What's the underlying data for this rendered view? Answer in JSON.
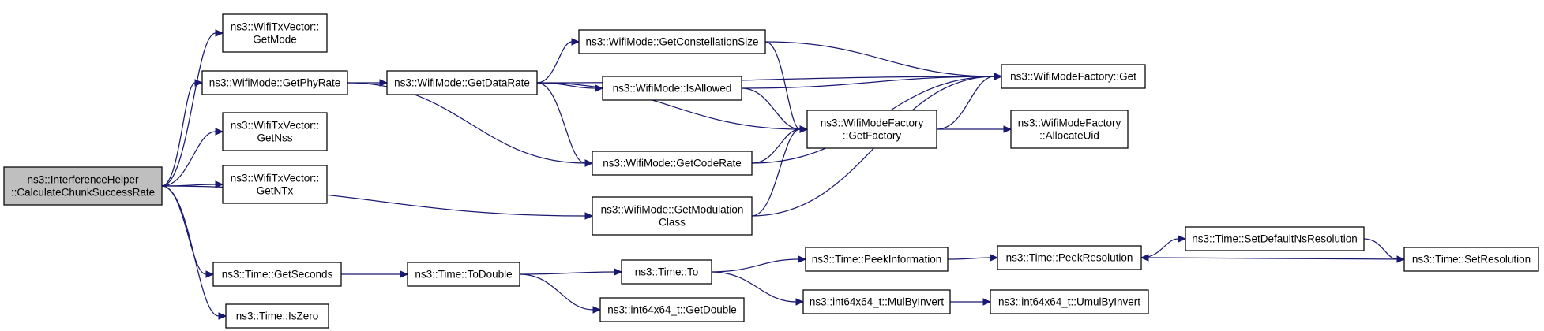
{
  "diagram": {
    "nodes": [
      {
        "id": "root",
        "lines": [
          "ns3::InterferenceHelper",
          "::CalculateChunkSuccessRate"
        ],
        "highlight": true
      },
      {
        "id": "txv_getmode",
        "lines": [
          "ns3::WifiTxVector::",
          "GetMode"
        ]
      },
      {
        "id": "getphyrate",
        "lines": [
          "ns3::WifiMode::GetPhyRate"
        ]
      },
      {
        "id": "txv_getnss",
        "lines": [
          "ns3::WifiTxVector::",
          "GetNss"
        ]
      },
      {
        "id": "txv_getntx",
        "lines": [
          "ns3::WifiTxVector::",
          "GetNTx"
        ]
      },
      {
        "id": "getseconds",
        "lines": [
          "ns3::Time::GetSeconds"
        ]
      },
      {
        "id": "iszero",
        "lines": [
          "ns3::Time::IsZero"
        ]
      },
      {
        "id": "getdatarate",
        "lines": [
          "ns3::WifiMode::GetDataRate"
        ]
      },
      {
        "id": "getconst",
        "lines": [
          "ns3::WifiMode::GetConstellationSize"
        ]
      },
      {
        "id": "isallowed",
        "lines": [
          "ns3::WifiMode::IsAllowed"
        ]
      },
      {
        "id": "getcoderate",
        "lines": [
          "ns3::WifiMode::GetCodeRate"
        ]
      },
      {
        "id": "getmodclass",
        "lines": [
          "ns3::WifiMode::GetModulation",
          "Class"
        ]
      },
      {
        "id": "todouble",
        "lines": [
          "ns3::Time::ToDouble"
        ]
      },
      {
        "id": "to",
        "lines": [
          "ns3::Time::To"
        ]
      },
      {
        "id": "getdouble",
        "lines": [
          "ns3::int64x64_t::GetDouble"
        ]
      },
      {
        "id": "getfactory",
        "lines": [
          "ns3::WifiModeFactory",
          "::GetFactory"
        ]
      },
      {
        "id": "factory_get",
        "lines": [
          "ns3::WifiModeFactory::Get"
        ]
      },
      {
        "id": "allocuid",
        "lines": [
          "ns3::WifiModeFactory",
          "::AllocateUid"
        ]
      },
      {
        "id": "peekinfo",
        "lines": [
          "ns3::Time::PeekInformation"
        ]
      },
      {
        "id": "mulbyinvert",
        "lines": [
          "ns3::int64x64_t::MulByInvert"
        ]
      },
      {
        "id": "peekres",
        "lines": [
          "ns3::Time::PeekResolution"
        ]
      },
      {
        "id": "umulbyinvert",
        "lines": [
          "ns3::int64x64_t::UmulByInvert"
        ]
      },
      {
        "id": "setdefaultns",
        "lines": [
          "ns3::Time::SetDefaultNsResolution"
        ]
      },
      {
        "id": "setres",
        "lines": [
          "ns3::Time::SetResolution"
        ]
      }
    ],
    "edges": [
      {
        "from": "root",
        "to": "txv_getmode"
      },
      {
        "from": "root",
        "to": "getphyrate"
      },
      {
        "from": "root",
        "to": "txv_getnss"
      },
      {
        "from": "root",
        "to": "txv_getntx"
      },
      {
        "from": "root",
        "to": "getmodclass"
      },
      {
        "from": "root",
        "to": "getseconds"
      },
      {
        "from": "root",
        "to": "iszero"
      },
      {
        "from": "getphyrate",
        "to": "getdatarate"
      },
      {
        "from": "getphyrate",
        "to": "getcoderate"
      },
      {
        "from": "getdatarate",
        "to": "getconst"
      },
      {
        "from": "getdatarate",
        "to": "isallowed"
      },
      {
        "from": "getdatarate",
        "to": "getcoderate"
      },
      {
        "from": "getdatarate",
        "to": "getfactory"
      },
      {
        "from": "getdatarate",
        "to": "factory_get"
      },
      {
        "from": "getconst",
        "to": "factory_get"
      },
      {
        "from": "getconst",
        "to": "getfactory"
      },
      {
        "from": "isallowed",
        "to": "factory_get"
      },
      {
        "from": "isallowed",
        "to": "getfactory"
      },
      {
        "from": "getcoderate",
        "to": "getfactory"
      },
      {
        "from": "getcoderate",
        "to": "factory_get"
      },
      {
        "from": "getmodclass",
        "to": "getfactory"
      },
      {
        "from": "getmodclass",
        "to": "factory_get"
      },
      {
        "from": "getfactory",
        "to": "factory_get"
      },
      {
        "from": "getfactory",
        "to": "allocuid"
      },
      {
        "from": "getseconds",
        "to": "todouble"
      },
      {
        "from": "todouble",
        "to": "to"
      },
      {
        "from": "todouble",
        "to": "getdouble"
      },
      {
        "from": "to",
        "to": "peekinfo"
      },
      {
        "from": "to",
        "to": "mulbyinvert"
      },
      {
        "from": "peekinfo",
        "to": "peekres"
      },
      {
        "from": "mulbyinvert",
        "to": "umulbyinvert"
      },
      {
        "from": "peekres",
        "to": "setdefaultns"
      },
      {
        "from": "setdefaultns",
        "to": "setres"
      },
      {
        "from": "setres",
        "to": "peekres"
      }
    ]
  },
  "colors": {
    "edge": "#191970",
    "node_border": "#000000",
    "node_fill": "#ffffff",
    "root_fill": "#bfbfbf"
  }
}
